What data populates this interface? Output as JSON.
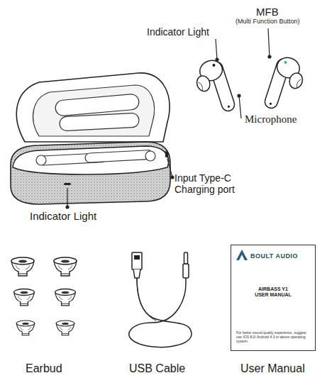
{
  "diagram": {
    "nodes": [
      {
        "text": [
          "BOULT AUDIO",
          "AIRBASS Y1 USER MANUAL",
          "For better sound quality experience, suggest use IOS 8.0/ Android 4.3 or above operating system."
        ]
      }
    ],
    "labels": [
      "Indicator Light",
      "MFB",
      "(Multi Function Button)",
      "Microphone",
      "Input Type-C Charging port",
      "Indicator Light",
      "Earbud",
      "USB Cable",
      "User Manual"
    ]
  }
}
